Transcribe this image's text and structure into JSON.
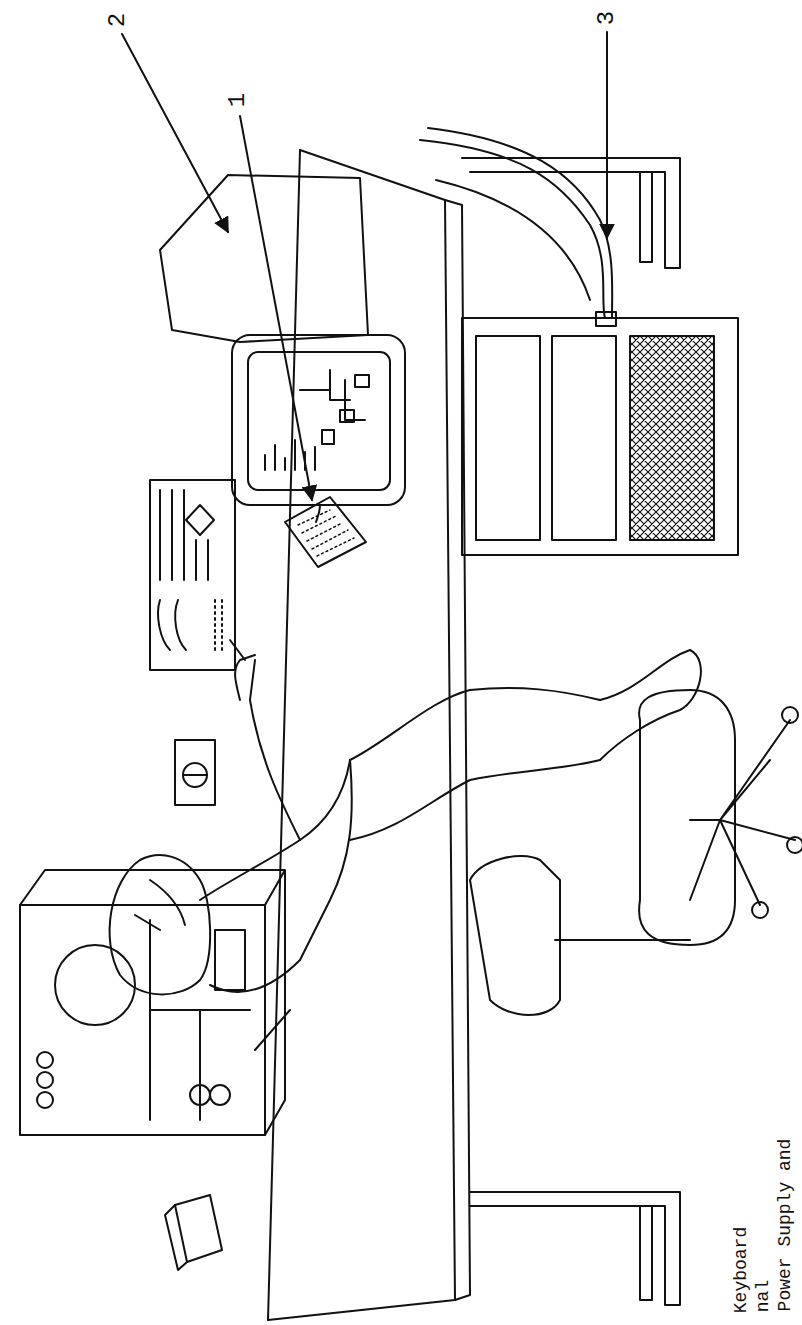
{
  "diagram": {
    "labels": [
      "1",
      "2",
      "3",
      "Keyboard",
      "nal",
      "Power Supply and"
    ]
  }
}
